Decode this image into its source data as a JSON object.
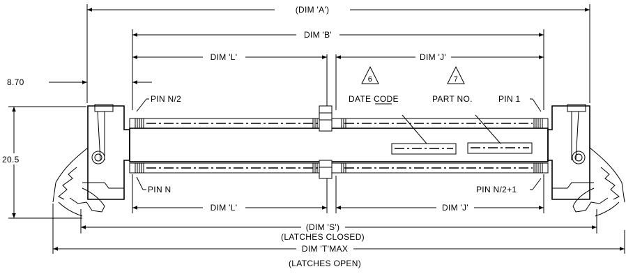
{
  "dimensions": {
    "dim_a": "(DIM 'A')",
    "dim_b": "DIM 'B'",
    "dim_l_top": "DIM 'L'",
    "dim_j_top": "DIM 'J'",
    "dim_l_bottom": "DIM 'L'",
    "dim_j_bottom": "DIM 'J'",
    "dim_s": "(DIM 'S')",
    "latches_closed": "(LATCHES CLOSED)",
    "dim_t": "DIM 'T'MAX",
    "latches_open": "(LATCHES OPEN)",
    "offset": "8.70",
    "height": "20.5"
  },
  "labels": {
    "pin_n_half": "PIN N/2",
    "pin_n": "PIN N",
    "pin_1": "PIN 1",
    "pin_n_half_plus1": "PIN N/2+1",
    "date_code": "DATE CODE",
    "part_no": "PART NO."
  },
  "notes": {
    "note_6": "6",
    "note_7": "7"
  }
}
